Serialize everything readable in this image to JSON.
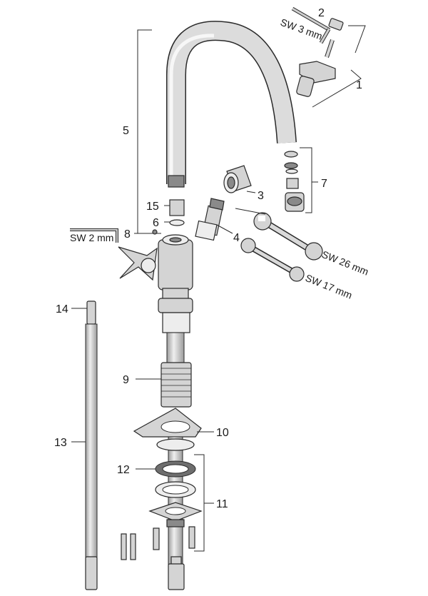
{
  "diagram": {
    "callouts": [
      "1",
      "2",
      "3",
      "4",
      "5",
      "6",
      "7",
      "8",
      "9",
      "10",
      "11",
      "12",
      "13",
      "14",
      "15"
    ],
    "wrench_labels": {
      "hex_3": "SW 3 mm",
      "hex_2": "SW 2 mm",
      "wrench_26": "SW 26 mm",
      "wrench_17": "SW 17 mm"
    }
  },
  "colors": {
    "line": "#2a2a2a",
    "metal": "#d4d4d4",
    "shadow": "#8a8a8a",
    "gasket": "#6e6e6e"
  }
}
